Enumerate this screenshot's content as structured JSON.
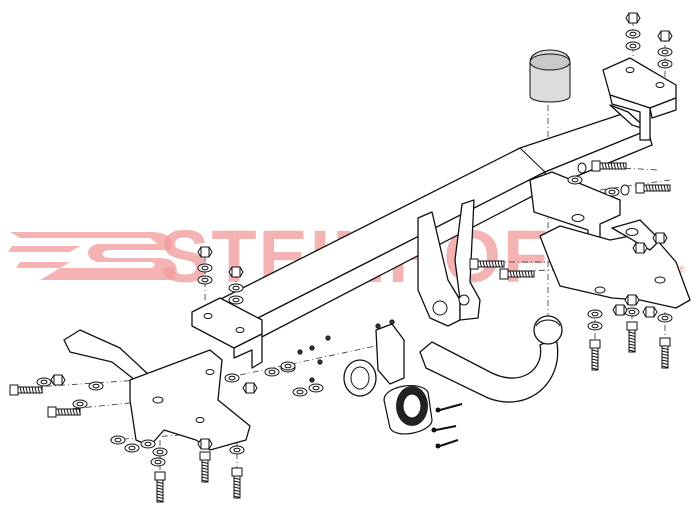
{
  "watermark": {
    "brand": "STEINHOF",
    "registered_mark": "®",
    "color": "#f19a9a"
  },
  "diagram": {
    "kind": "exploded-assembly",
    "parts": [
      "crossbar",
      "left-bracket",
      "right-bracket",
      "center-bracket",
      "tow-ball",
      "ball-cap",
      "socket-plate",
      "electrical-socket",
      "bolts",
      "nuts",
      "washers"
    ]
  }
}
